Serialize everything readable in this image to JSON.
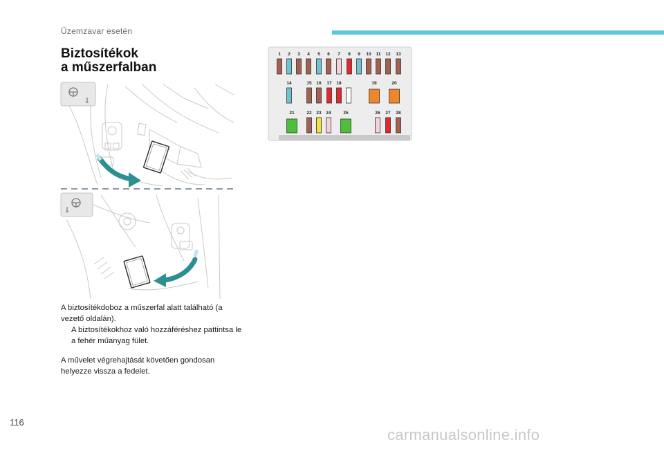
{
  "header": {
    "running_title": "Üzemzavar esetén",
    "accent_color": "#5bc6dd"
  },
  "section": {
    "title_line1": "Biztosítékok",
    "title_line2": "a műszerfalban"
  },
  "body": {
    "para1": "A biztosítékdoboz a műszerfal alatt található (a vezető oldalán).",
    "bullet_mark": "",
    "bullet1": "A biztosítékokhoz való hozzáféréshez pattintsa le a fehér műanyag fület.",
    "para2": "A művelet végrehajtását követően gondosan helyezze vissza a fedelet."
  },
  "fuse_diagram": {
    "rows": [
      [
        {
          "num": "1",
          "color": "#a3604f",
          "kind": "mini"
        },
        {
          "num": "2",
          "color": "#6ec3cf",
          "kind": "mini"
        },
        {
          "num": "3",
          "color": "#a3604f",
          "kind": "mini"
        },
        {
          "num": "4",
          "color": "#a3604f",
          "kind": "mini"
        },
        {
          "num": "5",
          "color": "#6ec3cf",
          "kind": "mini"
        },
        {
          "num": "6",
          "color": "#a3604f",
          "kind": "mini"
        },
        {
          "num": "7",
          "color": "#f3d2d9",
          "kind": "mini"
        },
        {
          "num": "8",
          "color": "#e3272b",
          "kind": "mini"
        },
        {
          "num": "9",
          "color": "#6ec3cf",
          "kind": "mini"
        },
        {
          "num": "10",
          "color": "#a3604f",
          "kind": "mini"
        },
        {
          "num": "11",
          "color": "#a3604f",
          "kind": "mini"
        },
        {
          "num": "12",
          "color": "#a3604f",
          "kind": "mini"
        },
        {
          "num": "13",
          "color": "#a3604f",
          "kind": "mini"
        }
      ],
      [
        {
          "num": "14",
          "color": "#6ec3cf",
          "kind": "mini"
        },
        {
          "num": "15",
          "color": "#a3604f",
          "kind": "mini"
        },
        {
          "num": "16",
          "color": "#a3604f",
          "kind": "mini"
        },
        {
          "num": "17",
          "color": "#e3272b",
          "kind": "mini"
        },
        {
          "num": "18",
          "color": "#e3272b",
          "kind": "mini"
        },
        {
          "num": "",
          "color": "#ffffff",
          "kind": "mini"
        },
        {
          "num": "19",
          "color": "#f0862a",
          "kind": "maxi"
        },
        {
          "num": "20",
          "color": "#f0862a",
          "kind": "maxi"
        }
      ],
      [
        {
          "num": "21",
          "color": "#4fbf3a",
          "kind": "maxi"
        },
        {
          "num": "22",
          "color": "#a3604f",
          "kind": "mini"
        },
        {
          "num": "23",
          "color": "#f4e23a",
          "kind": "mini"
        },
        {
          "num": "24",
          "color": "#f3d2d9",
          "kind": "mini"
        },
        {
          "num": "25",
          "color": "#4fbf3a",
          "kind": "maxi"
        },
        {
          "num": "26",
          "color": "#f3d2d9",
          "kind": "mini"
        },
        {
          "num": "27",
          "color": "#e3272b",
          "kind": "mini"
        },
        {
          "num": "28",
          "color": "#a3604f",
          "kind": "mini"
        }
      ]
    ]
  },
  "footer": {
    "page_number": "116",
    "watermark": "carmanualsonline.info"
  }
}
